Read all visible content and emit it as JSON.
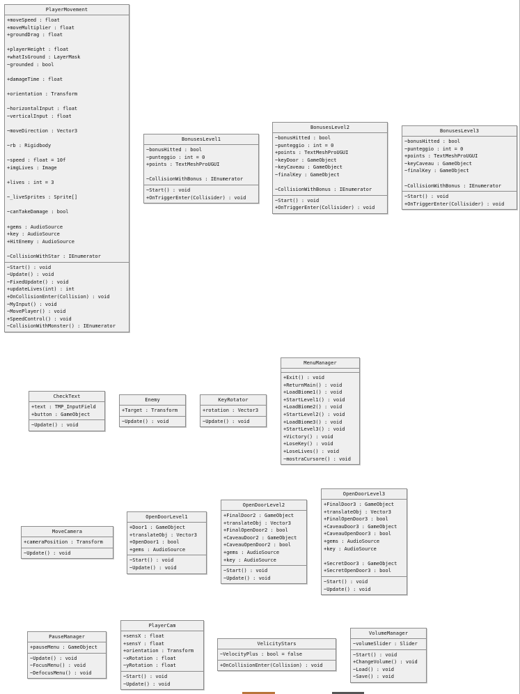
{
  "diagram": {
    "classes": [
      {
        "id": "player-movement",
        "name": "PlayerMovement",
        "attributes": [
          "+moveSpeed : float",
          "+moveMultiplier : float",
          "+groundDrag : float",
          "",
          "+playerHeight : float",
          "+whatIsGround : LayerMask",
          "~grounded : bool",
          "",
          "+damageTime : float",
          "",
          "+orientation : Transform",
          "",
          "~horizontalInput : float",
          "~verticalInput : float",
          "",
          "~moveDirection : Vector3",
          "",
          "~rb : Rigidbody",
          "",
          "~speed : float = 10f",
          "+imgLives : Image",
          "",
          "+lives : int = 3",
          "",
          "~_liveSprites : Sprite[]",
          "",
          "~canTakeDamage : bool",
          "",
          "+gems : AudioSource",
          "+key : AudioSource",
          "+HitEnemy : AudioSource",
          "",
          "~CollisionWithStar : IEnumerator"
        ],
        "methods": [
          "~Start() : void",
          "~Update() : void",
          "~FixedUpdate() : void",
          "+updateLives(int) : int",
          "+OnCollisionEnter(Collision) : void",
          "~MyInput() : void",
          "~MovePlayer() : void",
          "+SpeedControl() : void",
          "~CollisionWithMonster() : IEnumerator"
        ]
      },
      {
        "id": "bonuses-level1",
        "name": "BonusesLevel1",
        "attributes": [
          "~bonusHitted : bool",
          "~punteggio : int = 0",
          "+points : TextMeshProUGUI",
          "",
          "~CollisionWithBonus : IEnumerator"
        ],
        "methods": [
          "~Start() : void",
          "+OnTriggerEnter(Collisider) : void"
        ]
      },
      {
        "id": "bonuses-level2",
        "name": "BonusesLevel2",
        "attributes": [
          "~bonusHitted : bool",
          "~punteggio : int = 0",
          "+points : TextMeshProUGUI",
          "~keyDoor : GameObject",
          "~keyCaveau : GameObject",
          "~finalKey : GameObject",
          "",
          "~CollisionWithBonus : IEnumerator"
        ],
        "methods": [
          "~Start() : void",
          "+OnTriggerEnter(Collisider) : void"
        ]
      },
      {
        "id": "bonuses-level3",
        "name": "BonusesLevel3",
        "attributes": [
          "~bonusHitted : bool",
          "~punteggio : int = 0",
          "+points : TextMeshProUGUI",
          "~keyCaveau : GameObject",
          "~finalKey : GameObject",
          "",
          "~CollisionWithBonus : IEnumerator"
        ],
        "methods": [
          "~Start() : void",
          "+OnTriggerEnter(Collisider) : void"
        ]
      },
      {
        "id": "check-text",
        "name": "CheckText",
        "attributes": [
          "+text : TMP_InputField",
          "+button : GameObject"
        ],
        "methods": [
          "~Update() : void"
        ]
      },
      {
        "id": "enemy",
        "name": "Enemy",
        "attributes": [
          "+Target : Transform"
        ],
        "methods": [
          "~Update() : void"
        ]
      },
      {
        "id": "key-rotator",
        "name": "KeyRotator",
        "attributes": [
          "+rotation : Vector3"
        ],
        "methods": [
          "~Update() : void"
        ]
      },
      {
        "id": "menu-manager",
        "name": "MenuManager",
        "attributes": [],
        "methods": [
          "+Exit() : void",
          "+ReturnMain() : void",
          "+LoadBiome1() : void",
          "+StartLevel1() : void",
          "+LoadBiome2() : void",
          "+StartLevel2() : void",
          "+LoadBiome3() : void",
          "+StartLevel3() : void",
          "+Victory() : void",
          "+LoseKey() : void",
          "+LoseLives() : void",
          "~mostraCursore() : void"
        ]
      },
      {
        "id": "move-camera",
        "name": "MoveCamera",
        "attributes": [
          "+cameraPosition : Transform"
        ],
        "methods": [
          "~Update() : void"
        ]
      },
      {
        "id": "open-door-level1",
        "name": "OpenDoorLevel1",
        "attributes": [
          "+Door1 : GameObject",
          "+translateObj : Vector3",
          "+OpenDoor1 : bool",
          "+gems : AudioSource"
        ],
        "methods": [
          "~Start() : void",
          "~Update() : void"
        ]
      },
      {
        "id": "open-door-level2",
        "name": "OpenDoorLevel2",
        "attributes": [
          "+FinalDoor2 : GameObject",
          "+translateObj : Vector3",
          "+FinalOpenDoor2 : bool",
          "+CaveauDoor2 : GameObject",
          "+CaveauOpenDoor2 : bool",
          "+gems : AudioSource",
          "+key : AudioSource"
        ],
        "methods": [
          "~Start() : void",
          "~Update() : void"
        ]
      },
      {
        "id": "open-door-level3",
        "name": "OpenDoorLevel3",
        "attributes": [
          "+FinalDoor3 : GameObject",
          "+translateObj : Vector3",
          "+FinalOpenDoor3 : bool",
          "+CaveauDoor3 : GameObject",
          "+CaveauOpenDoor3 : bool",
          "+gems : AudioSource",
          "+key : AudioSource",
          "",
          "+SecretDoor3 : GameObject",
          "+SecretOpenDoor3 : bool"
        ],
        "methods": [
          "~Start() : void",
          "~Update() : void"
        ]
      },
      {
        "id": "pause-manager",
        "name": "PauseManager",
        "attributes": [
          "+pauseMenu : GameObject"
        ],
        "methods": [
          "~Update() : void",
          "~FocusMenu() : void",
          "~DefocusMenu() : void"
        ]
      },
      {
        "id": "player-cam",
        "name": "PlayerCam",
        "attributes": [
          "+sensX : float",
          "+sensY : float",
          "+orientation : Transform",
          "~xRotation : float",
          "~yRotation : float"
        ],
        "methods": [
          "~Start() : void",
          "~Update() : void"
        ]
      },
      {
        "id": "velicity-stars",
        "name": "VelicityStars",
        "attributes": [
          "~VelocityPlus : bool = false"
        ],
        "methods": [
          "+OnCollisionEnter(Collision) : void"
        ]
      },
      {
        "id": "volume-manager",
        "name": "VolumeManager",
        "attributes": [
          "~volumeSlider : Slider"
        ],
        "methods": [
          "~Start() : void",
          "+ChangeVolume() : void",
          "~Load() : void",
          "~Save() : void"
        ]
      }
    ]
  },
  "colors": {
    "class_fill": "#efefef",
    "class_border": "#8c8c8c",
    "bottom_bar_orange": "#b8743a",
    "bottom_bar_gray": "#555555"
  }
}
